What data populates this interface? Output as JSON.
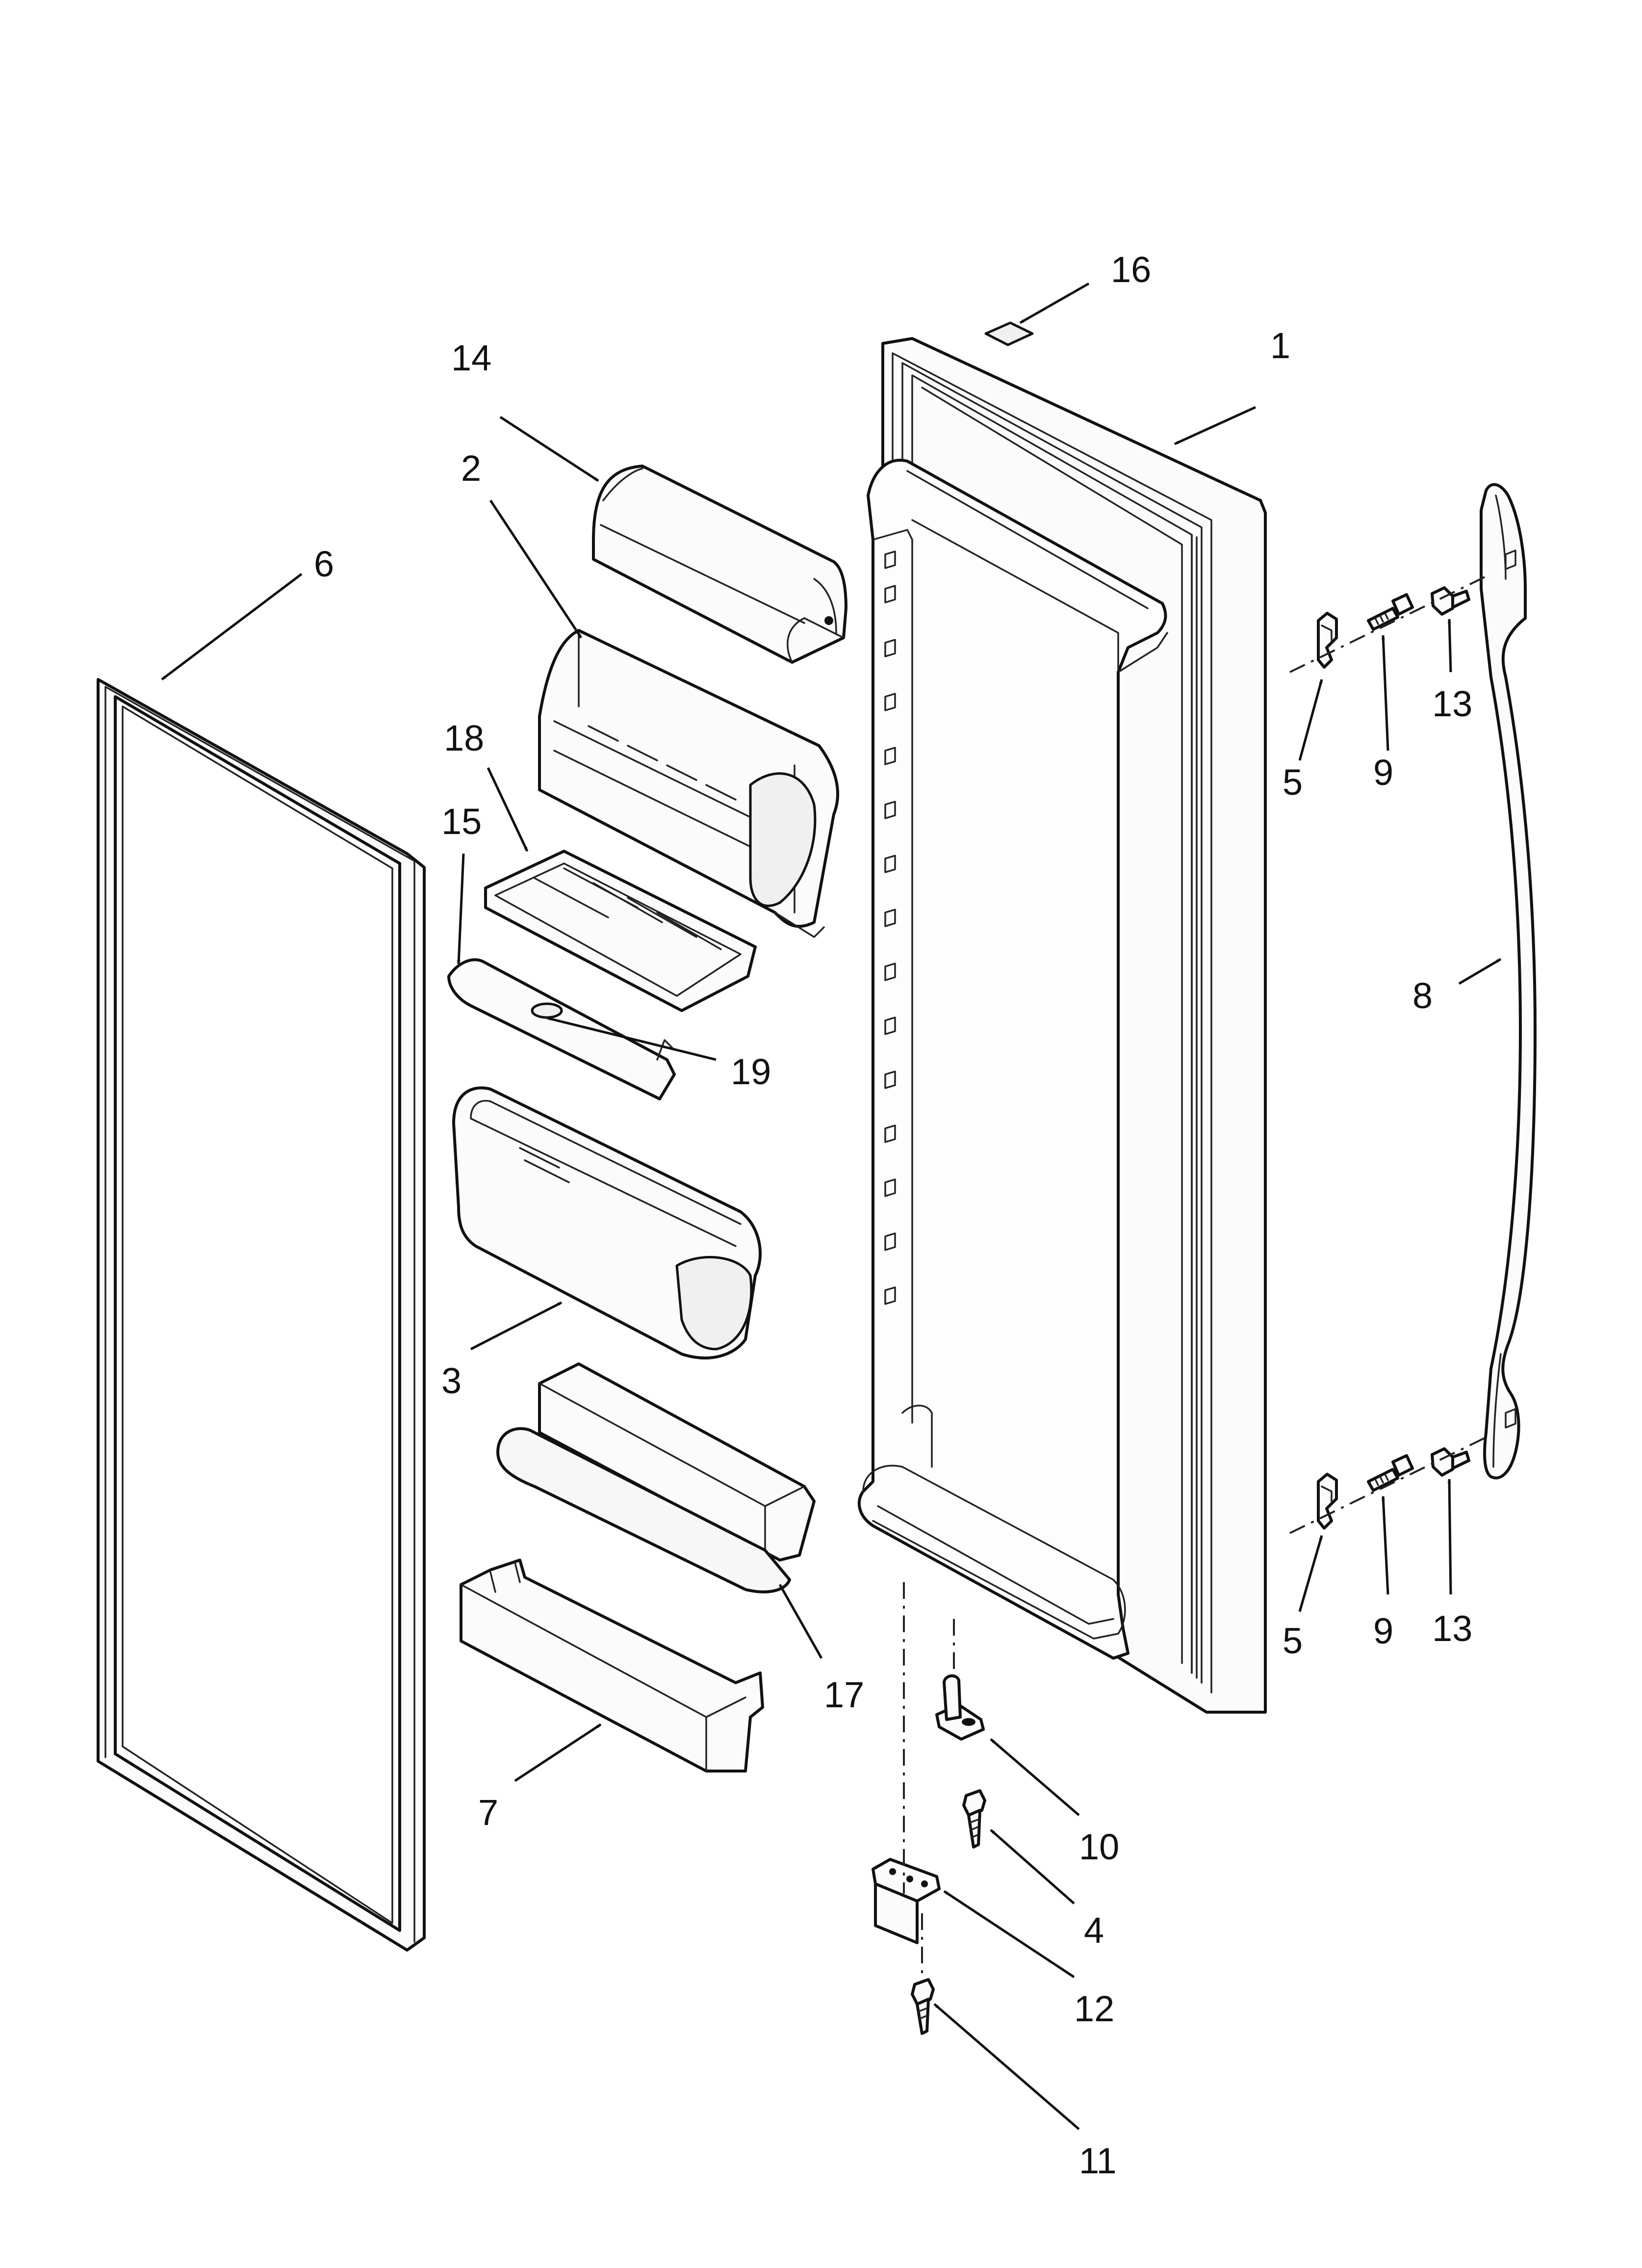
{
  "callouts": [
    {
      "id": "c1",
      "text": "1"
    },
    {
      "id": "c2",
      "text": "2"
    },
    {
      "id": "c3",
      "text": "3"
    },
    {
      "id": "c4",
      "text": "4"
    },
    {
      "id": "c5a",
      "text": "5"
    },
    {
      "id": "c5b",
      "text": "5"
    },
    {
      "id": "c6",
      "text": "6"
    },
    {
      "id": "c7",
      "text": "7"
    },
    {
      "id": "c8",
      "text": "8"
    },
    {
      "id": "c9a",
      "text": "9"
    },
    {
      "id": "c9b",
      "text": "9"
    },
    {
      "id": "c10",
      "text": "10"
    },
    {
      "id": "c11",
      "text": "11"
    },
    {
      "id": "c12",
      "text": "12"
    },
    {
      "id": "c13a",
      "text": "13"
    },
    {
      "id": "c13b",
      "text": "13"
    },
    {
      "id": "c14",
      "text": "14"
    },
    {
      "id": "c15",
      "text": "15"
    },
    {
      "id": "c16",
      "text": "16"
    },
    {
      "id": "c17",
      "text": "17"
    },
    {
      "id": "c18",
      "text": "18"
    },
    {
      "id": "c19",
      "text": "19"
    }
  ]
}
